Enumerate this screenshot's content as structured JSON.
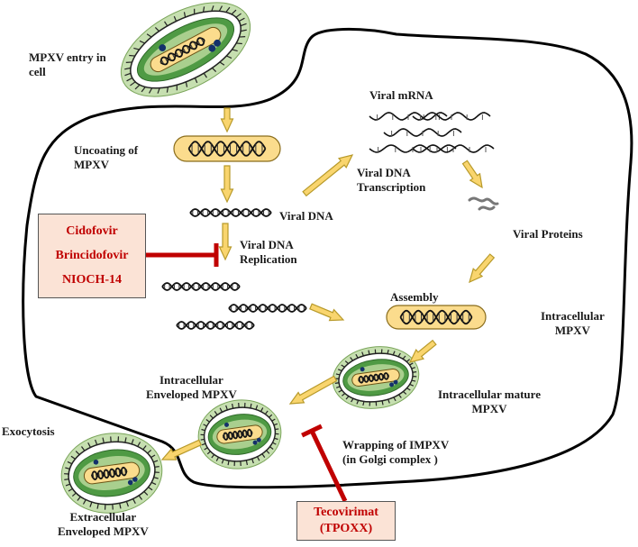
{
  "labels": {
    "entry": [
      "MPXV entry in",
      "cell"
    ],
    "uncoating": [
      "Uncoating of",
      "MPXV"
    ],
    "viral_dna": "Viral DNA",
    "replication": [
      "Viral DNA",
      "Replication"
    ],
    "viral_mrna": "Viral mRNA",
    "transcription": [
      "Viral DNA",
      "Transcription"
    ],
    "viral_proteins": "Viral Proteins",
    "assembly": "Assembly",
    "intracellular_mpxv": [
      "Intracellular",
      "MPXV"
    ],
    "intracellular_mature": [
      "Intracellular mature",
      "MPXV"
    ],
    "intracellular_enveloped": [
      "Intracellular",
      "Enveloped MPXV"
    ],
    "exocytosis": "Exocytosis",
    "extracellular": [
      "Extracellular",
      "Enveloped MPXV"
    ],
    "wrapping": [
      "Wrapping of IMPXV",
      "(in Golgi complex )"
    ]
  },
  "drugs": {
    "replication_inhibitors": [
      "Cidofovir",
      "Brincidofovir",
      "NIOCH-14"
    ],
    "wrapping_inhibitor": [
      "Tecovirimat",
      "(TPOXX)"
    ]
  },
  "colors": {
    "arrow_fill": "#f9d56e",
    "arrow_stroke": "#b89a2a",
    "core_fill": "#fbdc8d",
    "envelope_outer": "#c6dfb0",
    "envelope_inner": "#4f9a44",
    "inhibitor": "#c00000",
    "drug_box": "#fbe3d6",
    "membrane": "#000000"
  },
  "icons": [
    "virion-icon",
    "dna-helix-icon",
    "mrna-icon",
    "protein-icon",
    "block-arrow-icon",
    "inhibition-bar-icon"
  ]
}
